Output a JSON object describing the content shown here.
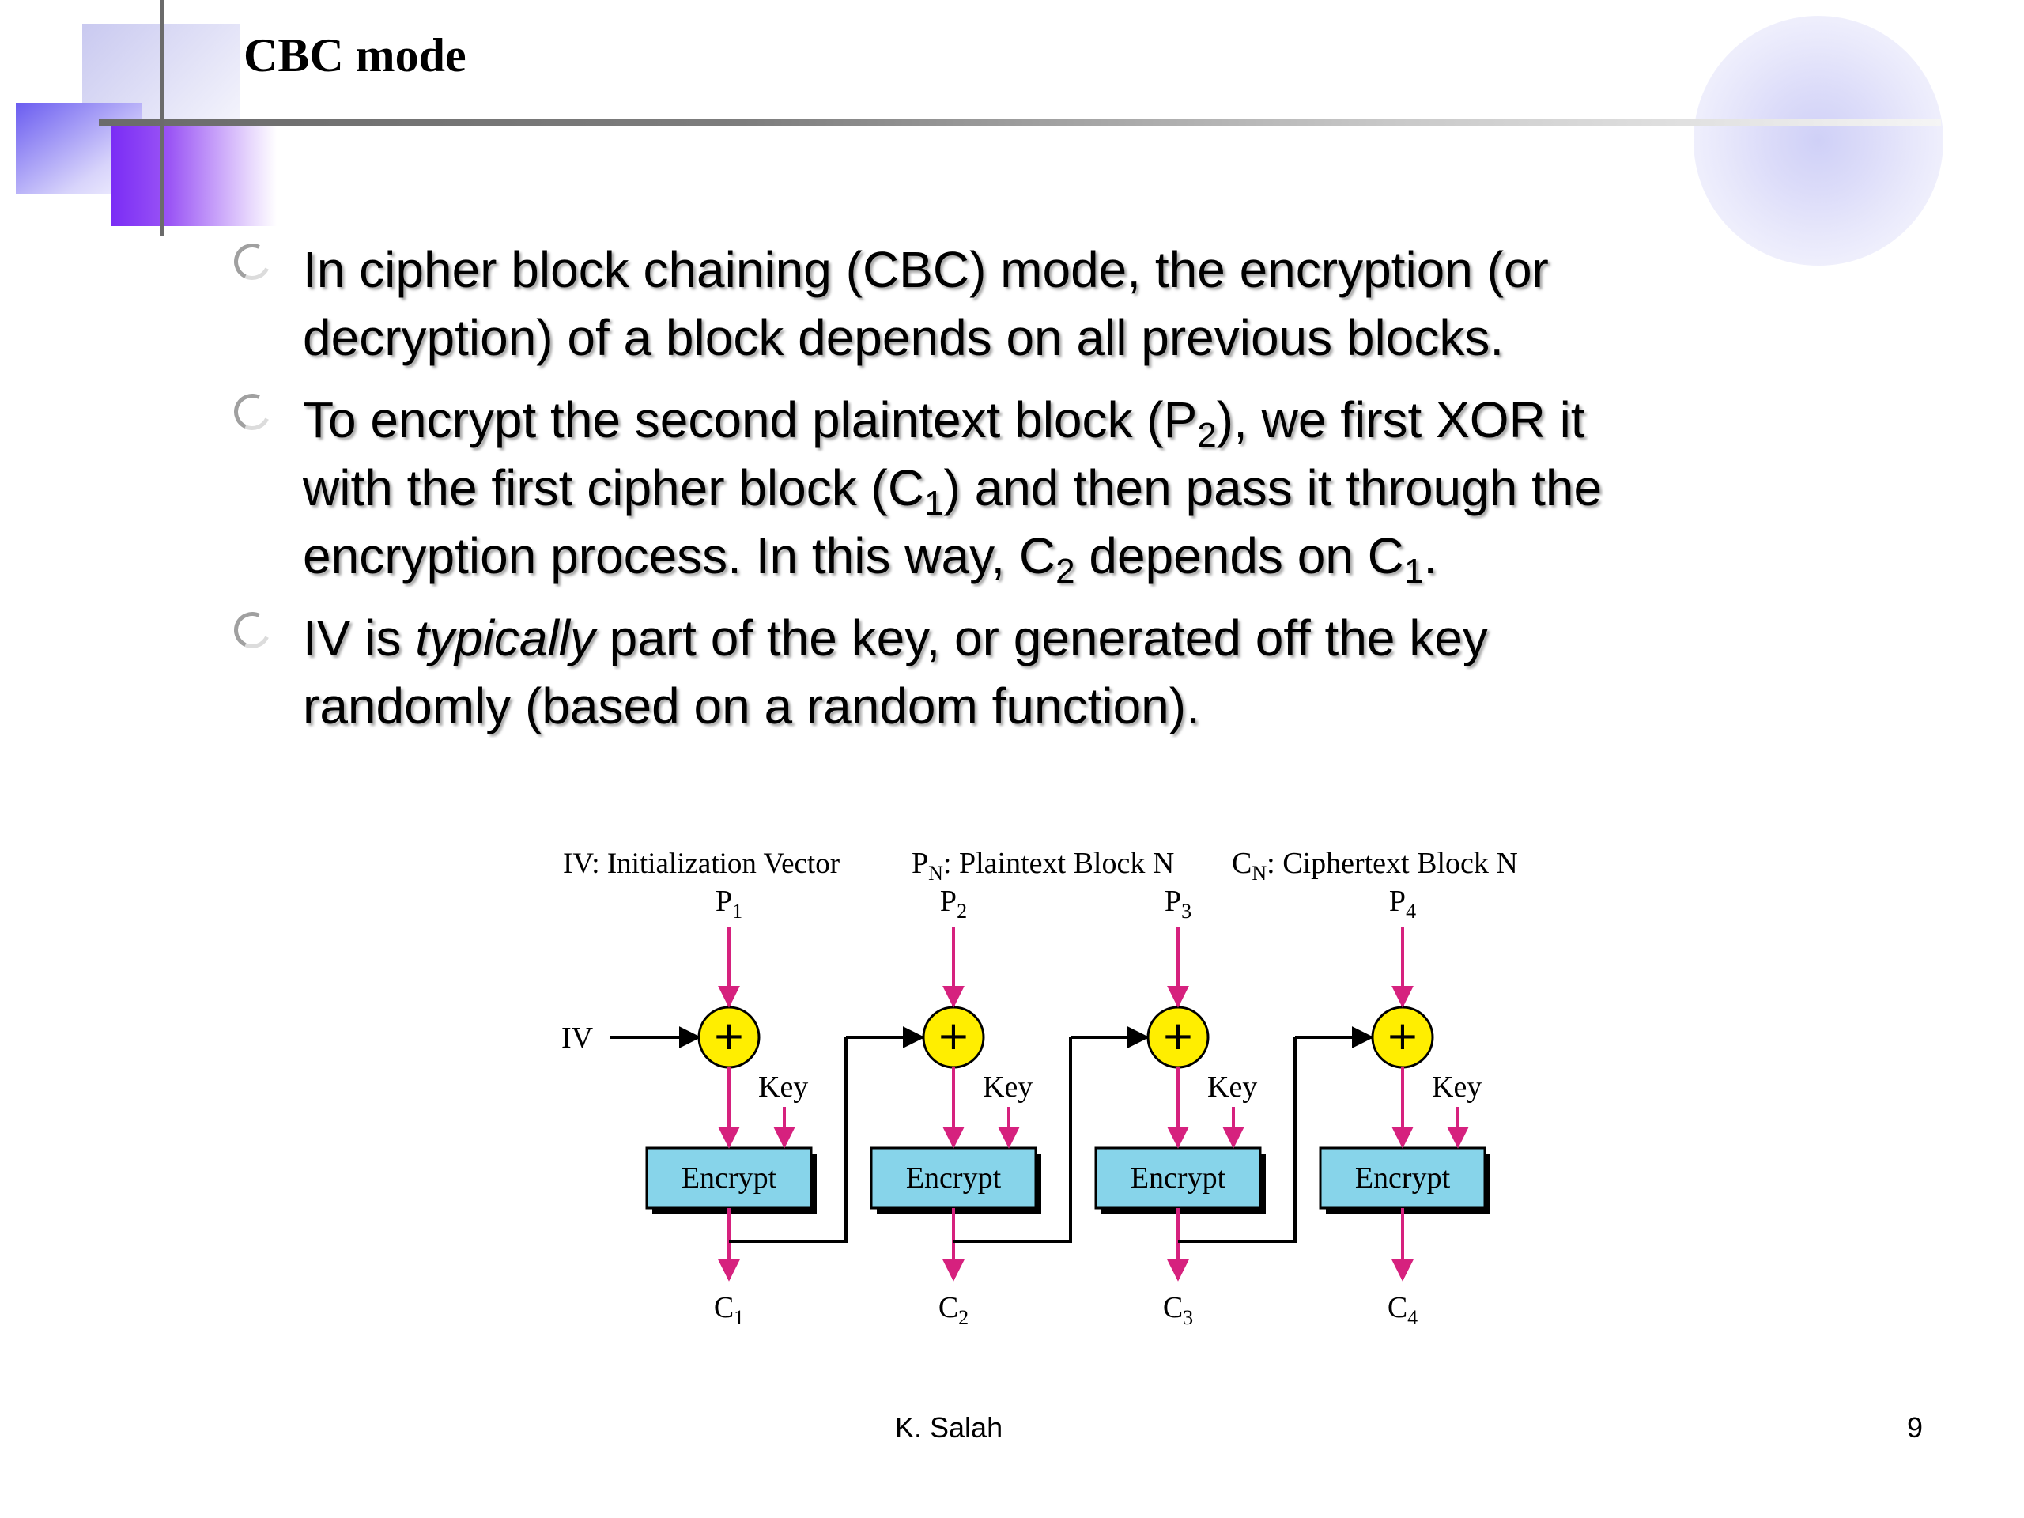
{
  "slide": {
    "title": "CBC mode",
    "bullets": [
      {
        "lines": [
          [
            {
              "t": "In cipher block chaining (CBC) mode, the encryption (or"
            }
          ],
          [
            {
              "t": "decryption) of a block depends on all previous blocks."
            }
          ]
        ]
      },
      {
        "lines": [
          [
            {
              "t": "To encrypt the second plaintext block (P"
            },
            {
              "t": "2",
              "sub": true
            },
            {
              "t": "), we first XOR it"
            }
          ],
          [
            {
              "t": "with the first cipher block (C"
            },
            {
              "t": "1",
              "sub": true
            },
            {
              "t": ") and then pass it through the"
            }
          ],
          [
            {
              "t": "encryption process. In this way, C"
            },
            {
              "t": "2",
              "sub": true
            },
            {
              "t": " depends on C"
            },
            {
              "t": "1",
              "sub": true
            },
            {
              "t": "."
            }
          ]
        ]
      },
      {
        "lines": [
          [
            {
              "t": "IV is "
            },
            {
              "t": "typically",
              "italic": true
            },
            {
              "t": " part of the key, or generated off the key"
            }
          ],
          [
            {
              "t": "randomly (based on a random function)."
            }
          ]
        ]
      }
    ],
    "footer": {
      "author": "K. Salah",
      "page": "9"
    }
  },
  "diagram": {
    "legend": {
      "iv": "IV: Initialization Vector",
      "pn": {
        "base": "P",
        "sub": "N",
        "rest": ": Plaintext Block N"
      },
      "cn": {
        "base": "C",
        "sub": "N",
        "rest": ": Ciphertext Block N"
      }
    },
    "iv_label": "IV",
    "xor_symbol": "+",
    "key_label": "Key",
    "encrypt_label": "Encrypt",
    "blocks": [
      {
        "p": {
          "base": "P",
          "sub": "1"
        },
        "c": {
          "base": "C",
          "sub": "1"
        }
      },
      {
        "p": {
          "base": "P",
          "sub": "2"
        },
        "c": {
          "base": "C",
          "sub": "2"
        }
      },
      {
        "p": {
          "base": "P",
          "sub": "3"
        },
        "c": {
          "base": "C",
          "sub": "3"
        }
      },
      {
        "p": {
          "base": "P",
          "sub": "4"
        },
        "c": {
          "base": "C",
          "sub": "4"
        }
      }
    ],
    "colors": {
      "arrow": "#d6217e",
      "xor_fill": "#ffee00",
      "box_fill": "#87d4ea",
      "line": "#000000"
    }
  }
}
